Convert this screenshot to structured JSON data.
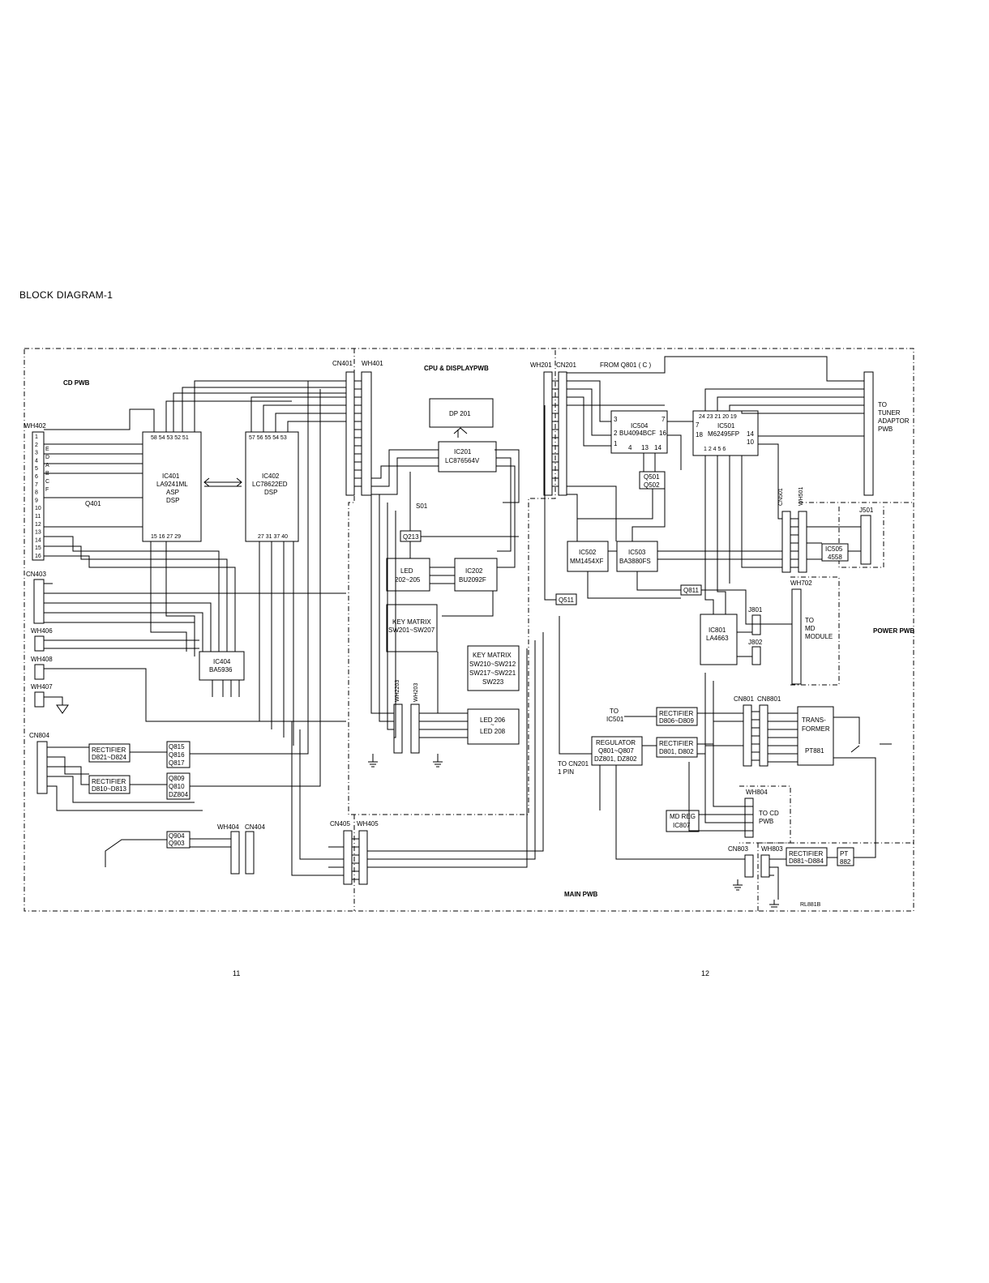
{
  "page": {
    "title": "BLOCK DIAGRAM-1",
    "left_page_number": "11",
    "right_page_number": "12"
  },
  "sections": {
    "cd_pwb": "CD PWB",
    "cpu_display_pwb": "CPU & DISPLAYPWB",
    "main_pwb": "MAIN PWB",
    "power_pwb": "POWER PWB"
  },
  "blocks": {
    "ic401": [
      "58 54 53 52 51",
      "IC401",
      "LA9241ML",
      "ASP",
      "DSP",
      "15 16 27 29"
    ],
    "ic402": [
      "57 56 55 54 53",
      "IC402",
      "LC78622ED",
      "DSP",
      "27 31 37 40"
    ],
    "ic404": [
      "IC404",
      "BA5936"
    ],
    "dp201": [
      "DP 201"
    ],
    "ic201": [
      "IC201",
      "LC876564V"
    ],
    "ic202": [
      "IC202",
      "BU2092F"
    ],
    "led202": [
      "LED",
      "202~205"
    ],
    "keymatrix1": [
      "KEY MATRIX",
      "SW201~SW207"
    ],
    "keymatrix2": [
      "KEY MATRIX",
      "SW210~SW212",
      "SW217~SW221",
      "SW223"
    ],
    "led206": [
      "LED 206",
      "~",
      "LED 208"
    ],
    "ic504": [
      "3",
      "7",
      "2",
      "BU4094BCF",
      "16",
      "1",
      "4",
      "13",
      "14",
      "IC504"
    ],
    "ic501": [
      "24 23 21 20 19",
      "IC501",
      "M62495FP",
      "14",
      "10",
      "18",
      "1 2 4 5 6",
      "7"
    ],
    "q501": [
      "Q501",
      "Q502"
    ],
    "ic502": [
      "IC502",
      "MM1454XF"
    ],
    "ic503": [
      "IC503",
      "BA3880FS"
    ],
    "ic505": [
      "IC505",
      "4558"
    ],
    "ic801": [
      "IC801",
      "LA4663"
    ],
    "rect821": [
      "RECTIFIER",
      "D821~D824"
    ],
    "rect810": [
      "RECTIFIER",
      "D810~D813"
    ],
    "rect806": [
      "RECTIFIER",
      "D806~D809"
    ],
    "rect801": [
      "RECTIFIER",
      "D801, D802"
    ],
    "rect881": [
      "RECTIFIER",
      "D881~D884"
    ],
    "regulator": [
      "REGULATOR",
      "Q801~Q807",
      "DZ801, DZ802"
    ],
    "mdreg": [
      "MD REG",
      "IC807"
    ],
    "transformer": [
      "TRANS-",
      "FORMER",
      "PT881"
    ],
    "pt882": [
      "PT",
      "882"
    ],
    "q815": [
      "Q815",
      "Q816",
      "Q817"
    ],
    "q809": [
      "Q809",
      "Q810",
      "DZ804"
    ],
    "q904": [
      "Q904",
      "Q903"
    ],
    "q213": [
      "Q213"
    ],
    "q511": [
      "Q511"
    ],
    "q811": [
      "Q811"
    ]
  },
  "labels": {
    "wh402": "WH402",
    "cn401": "CN401",
    "wh401": "WH401",
    "cn403": "CN403",
    "wh406": "WH406",
    "wh408": "WH408",
    "wh407": "WH407",
    "cn804": "CN804",
    "wh404": "WH404",
    "cn404": "CN404",
    "cn405": "CN405",
    "wh405": "WH405",
    "wh201": "WH201",
    "cn201": "CN201",
    "from_q801": "FROM Q801 ( C )",
    "s01": "S01",
    "wh2203": "WH2203",
    "wh203": "WH203",
    "q401": "Q401",
    "j501": "J501",
    "cn501": "CN501",
    "wh501": "WH501",
    "wh702": "WH702",
    "to_md": [
      "TO",
      "MD",
      "MODULE"
    ],
    "j801": "J801",
    "j802": "J802",
    "to_tuner": [
      "TO",
      "TUNER",
      "ADAPTOR",
      "PWB"
    ],
    "to_ic501": [
      "TO",
      "IC501"
    ],
    "to_cn201": [
      "TO CN201",
      "1 PIN"
    ],
    "cn801": "CN801",
    "cn8801": "CN8801",
    "wh804": "WH804",
    "to_cd": [
      "TO CD",
      "PWB"
    ],
    "cn803": "CN803",
    "wh803": "WH803",
    "rl881b": "RL881B",
    "wh402_pins": [
      "1",
      "2",
      "3",
      "4",
      "5",
      "6",
      "7",
      "8",
      "9",
      "10",
      "11",
      "12",
      "13",
      "14",
      "15",
      "16"
    ],
    "wh402_sig": [
      "E",
      "D",
      "A",
      "B",
      "C",
      "F"
    ]
  }
}
